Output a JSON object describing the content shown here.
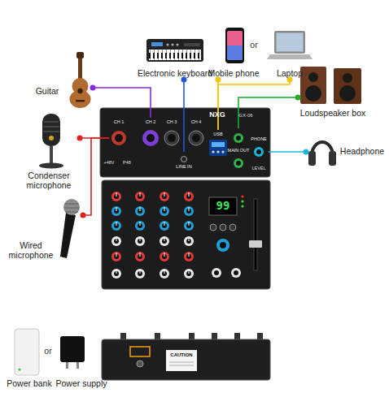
{
  "diagram": {
    "nodes": [
      {
        "text": [
          "Guitar"
        ]
      },
      {
        "text": [
          "Electronic keyboard"
        ]
      },
      {
        "text": [
          "Mobile phone"
        ]
      },
      {
        "text": [
          "Laptop"
        ]
      },
      {
        "text": [
          "Loudspeaker box"
        ]
      },
      {
        "text": [
          "Headphone"
        ]
      },
      {
        "text": [
          "Condenser microphone"
        ]
      },
      {
        "text": [
          "Wired microphone"
        ]
      },
      {
        "text": [
          "NXG",
          "GX-06"
        ]
      },
      {
        "text": [
          "CH 1"
        ],
        "in": 8
      },
      {
        "text": [
          "CH 2"
        ],
        "in": 8
      },
      {
        "text": [
          "CH 3"
        ],
        "in": 8
      },
      {
        "text": [
          "CH 4"
        ],
        "in": 8
      },
      {
        "text": [
          "LINE IN"
        ],
        "in": 8
      },
      {
        "text": [
          "USB"
        ],
        "in": 8
      },
      {
        "text": [
          "MAIN OUT"
        ],
        "in": 8
      },
      {
        "text": [
          "PHONE"
        ],
        "in": 8
      },
      {
        "text": [
          "Power bank"
        ]
      },
      {
        "text": [
          "Power supply"
        ]
      }
    ],
    "edges": [
      {
        "from": 0,
        "to": 10,
        "arrow": "none"
      },
      {
        "from": 1,
        "to": 13,
        "arrow": "none"
      },
      {
        "from": 2,
        "to": 14,
        "arrow": "none"
      },
      {
        "from": 3,
        "to": 14,
        "arrow": "none"
      },
      {
        "from": 4,
        "to": 15,
        "arrow": "none"
      },
      {
        "from": 5,
        "to": 16,
        "arrow": "none"
      },
      {
        "from": 6,
        "to": 9,
        "arrow": "none"
      },
      {
        "from": 7,
        "to": 9,
        "arrow": "none"
      }
    ],
    "labels": [
      "or",
      "P48",
      "+48V",
      "LEVEL",
      "99",
      "or",
      "CAUTION"
    ]
  }
}
